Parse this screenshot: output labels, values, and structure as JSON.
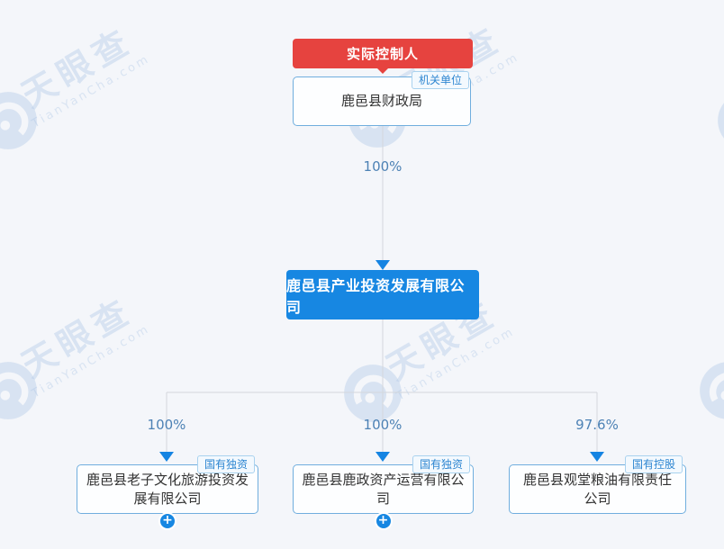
{
  "brand": {
    "watermark_text": "天眼查",
    "watermark_domain": "TianYanCha.com"
  },
  "chart_data": {
    "type": "ownership-tree",
    "controller": {
      "badge": "实际控制人",
      "name": "鹿邑县财政局",
      "tag": "机关单位",
      "ownership_in_root": "100%"
    },
    "root": {
      "name": "鹿邑县产业投资发展有限公司"
    },
    "subsidiaries": [
      {
        "name": "鹿邑县老子文化旅游投资发展有限公司",
        "tag": "国有独资",
        "ownership": "100%",
        "expand": "+"
      },
      {
        "name": "鹿邑县鹿政资产运营有限公司",
        "tag": "国有独资",
        "ownership": "100%",
        "expand": "+"
      },
      {
        "name": "鹿邑县观堂粮油有限责任公司",
        "tag": "国有控股",
        "ownership": "97.6%"
      }
    ]
  },
  "colors": {
    "background": "#f4f6fa",
    "accent_blue": "#1787e2",
    "controller_red": "#e6433f",
    "node_border_blue": "#70aede",
    "line_gray": "#d3d7dc",
    "percent_blue": "#4d82b5",
    "tag_blue": "#2e86d1"
  }
}
